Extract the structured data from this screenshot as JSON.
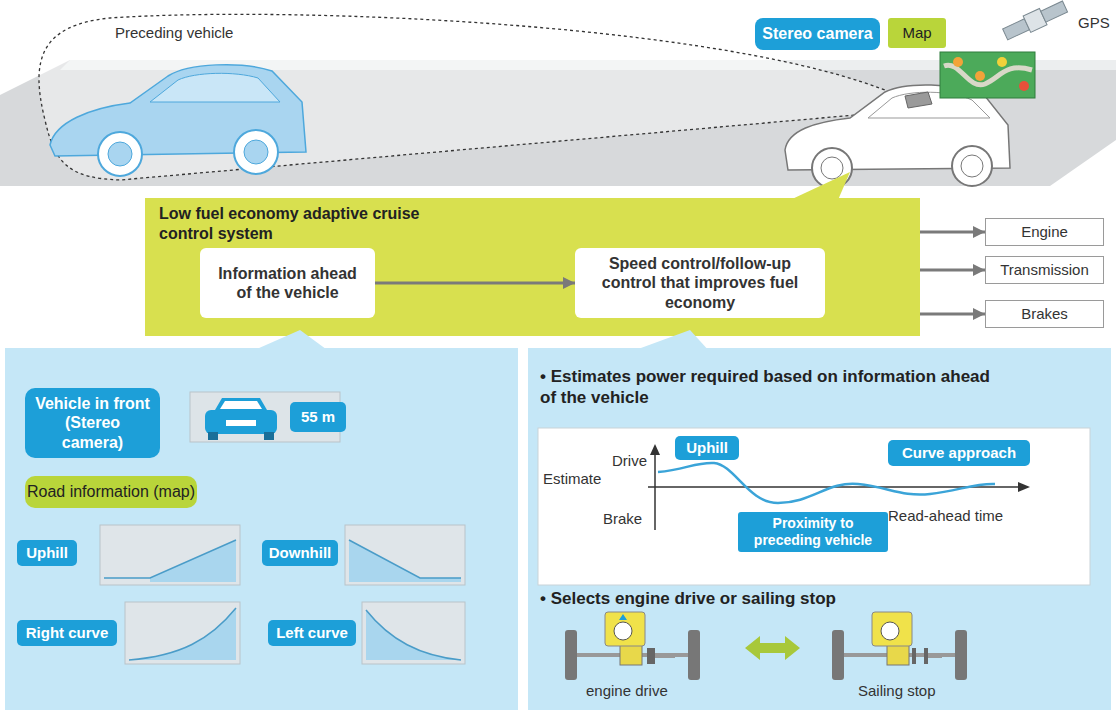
{
  "diagram": {
    "nodes": [
      {
        "text": [
          "Stereo camera"
        ]
      },
      {
        "text": [
          "Map"
        ]
      },
      {
        "text": [
          "Low fuel economy adaptive cruise control system"
        ]
      },
      {
        "text": [
          "Information ahead of the vehicle"
        ],
        "in": 2
      },
      {
        "text": [
          "Speed control/follow-up control that improves fuel economy"
        ],
        "in": 2
      },
      {
        "text": [
          "Engine"
        ]
      },
      {
        "text": [
          "Transmission"
        ]
      },
      {
        "text": [
          "Brakes"
        ]
      },
      {
        "text": [
          "Vehicle in front (Stereo camera)"
        ]
      },
      {
        "text": [
          "55 m"
        ]
      },
      {
        "text": [
          "Road information (map)"
        ]
      },
      {
        "text": [
          "Uphill"
        ]
      },
      {
        "text": [
          "Downhill"
        ]
      },
      {
        "text": [
          "Right curve"
        ]
      },
      {
        "text": [
          "Left curve"
        ]
      },
      {
        "text": [
          "Uphill"
        ]
      },
      {
        "text": [
          "Curve approach"
        ]
      },
      {
        "text": [
          "Proximity to preceding vehicle"
        ]
      }
    ],
    "edges": [
      {
        "from": 3,
        "to": 4,
        "arrow": "to"
      },
      {
        "from": 2,
        "to": 5,
        "arrow": "to"
      },
      {
        "from": 2,
        "to": 6,
        "arrow": "to"
      },
      {
        "from": 2,
        "to": 7,
        "arrow": "to"
      }
    ],
    "labels": [
      "Preceding vehicle",
      "GPS",
      "• Estimates power required based on information ahead of the vehicle",
      "Drive",
      "Estimate",
      "Brake",
      "Read-ahead time",
      "• Selects engine drive or sailing stop",
      "engine drive",
      "Sailing stop"
    ]
  }
}
